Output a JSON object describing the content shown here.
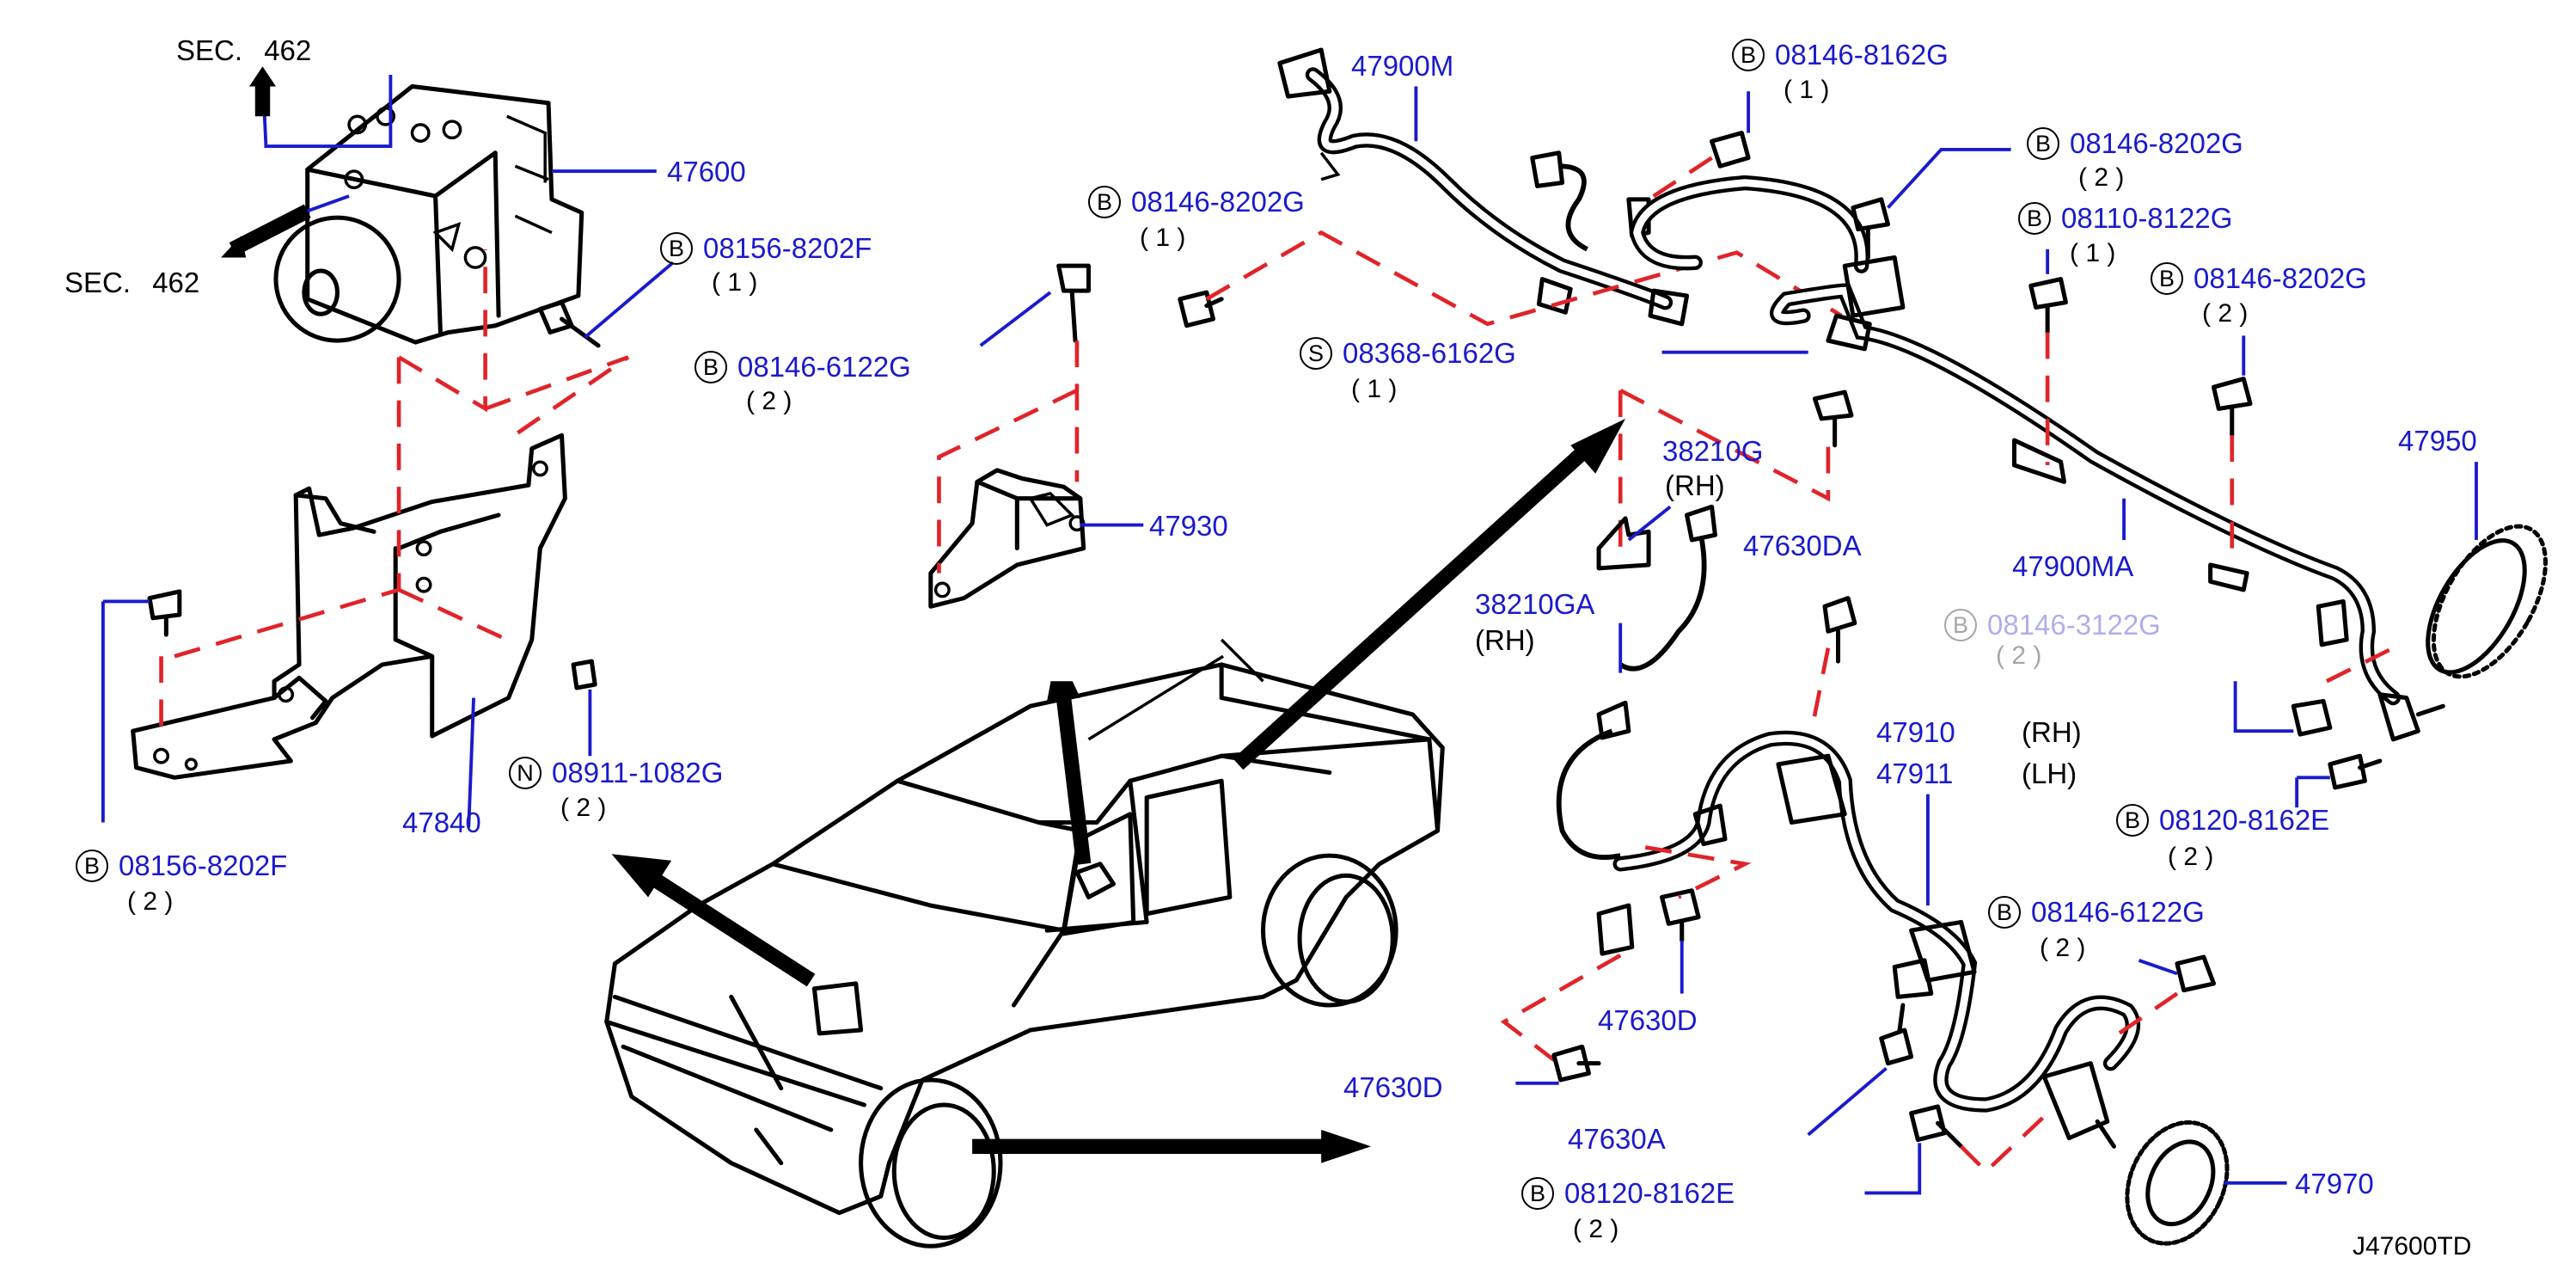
{
  "diagram_code": "J47600TD",
  "sec_refs": [
    {
      "prefix": "SEC.",
      "num": "462"
    },
    {
      "prefix": "SEC.",
      "num": "462"
    }
  ],
  "callouts": [
    {
      "symbol": "B",
      "part": "08146-8162G",
      "qty": "( 1 )"
    },
    {
      "symbol": "B",
      "part": "08146-8202G",
      "qty": "( 2 )"
    },
    {
      "symbol": "B",
      "part": "08110-8122G",
      "qty": "( 1 )"
    },
    {
      "symbol": "B",
      "part": "08146-8202G",
      "qty": "( 2 )"
    },
    {
      "symbol": "B",
      "part": "08146-8202G",
      "qty": "( 1 )"
    },
    {
      "symbol": "S",
      "part": "08368-6162G",
      "qty": "( 1 )"
    },
    {
      "symbol": "B",
      "part": "08156-8202F",
      "qty": "( 1 )"
    },
    {
      "symbol": "B",
      "part": "08146-6122G",
      "qty": "( 2 )"
    },
    {
      "symbol": "N",
      "part": "08911-1082G",
      "qty": "( 2 )"
    },
    {
      "symbol": "B",
      "part": "08156-8202F",
      "qty": "( 2 )"
    },
    {
      "symbol": "B",
      "part": "08120-8162E",
      "qty": "( 2 )"
    },
    {
      "symbol": "B",
      "part": "08146-6122G",
      "qty": "( 2 )"
    },
    {
      "symbol": "B",
      "part": "08120-8162E",
      "qty": "( 2 )"
    },
    {
      "symbol": "B",
      "part": "08146-3122G",
      "qty": "( 2 )"
    }
  ],
  "part_labels": [
    "47900M",
    "47600",
    "47930",
    "47840",
    "38210G",
    "(RH)",
    "38210GA",
    "(RH)",
    "47630DA",
    "47900MA",
    "47950",
    "47910",
    "(RH)",
    "47911",
    "(LH)",
    "47630D",
    "47630D",
    "47630A",
    "47970"
  ]
}
